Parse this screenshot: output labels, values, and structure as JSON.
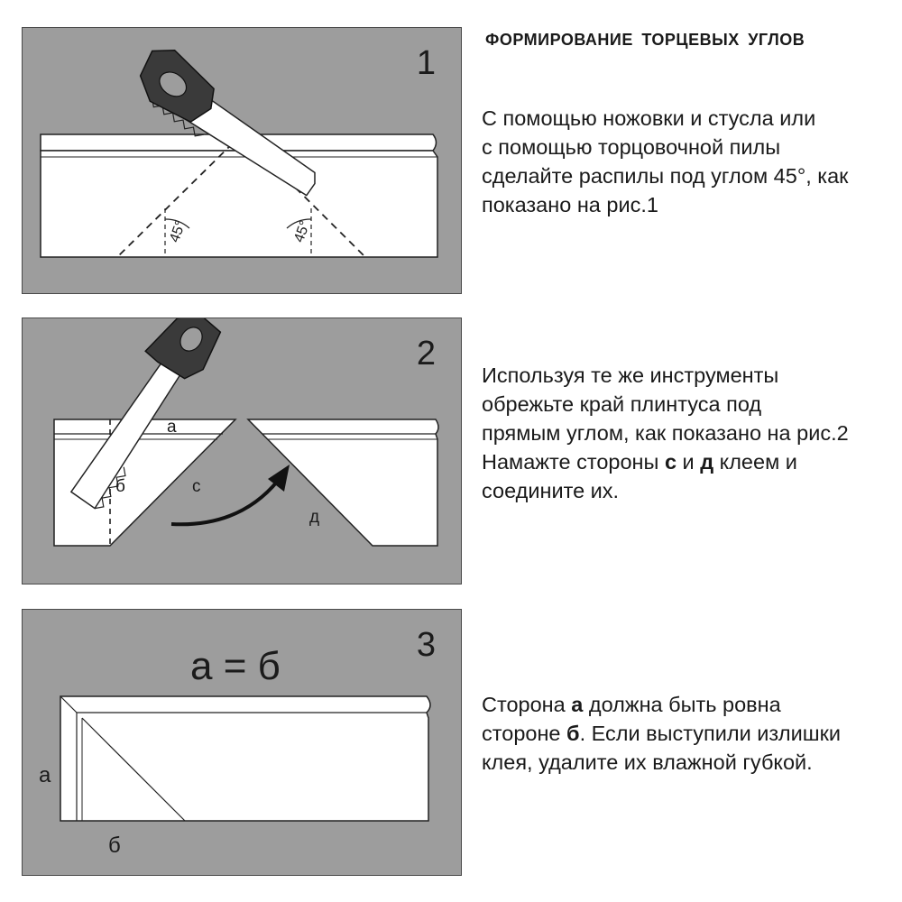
{
  "heading": "ФОРМИРОВАНИЕ  ТОРЦЕВЫХ  УГЛОВ",
  "panels": [
    {
      "number": "1",
      "angle_left": "45°",
      "angle_right": "45°"
    },
    {
      "number": "2",
      "label_a": "а",
      "label_b": "б",
      "label_c": "с",
      "label_d": "д"
    },
    {
      "number": "3",
      "equation": "а = б",
      "side_a": "а",
      "side_b": "б"
    }
  ],
  "steps": [
    {
      "lines": [
        "С помощью ножовки и стусла или",
        "с помощью торцовочной пилы",
        "сделайте распилы под углом 45°, как",
        "показано на рис.1"
      ]
    },
    {
      "lines": [
        "Используя те же инструменты",
        "обрежьте край плинтуса под",
        "прямым углом, как показано на рис.2"
      ],
      "line4_pre": "Намажте стороны ",
      "line4_c": "с",
      "line4_mid": " и ",
      "line4_d": "д",
      "line4_post": " клеем и",
      "line5": "соедините их."
    },
    {
      "line1_pre": "Сторона ",
      "line1_a": "а",
      "line1_post": " должна быть ровна",
      "line2_pre": "стороне ",
      "line2_b": "б",
      "line2_post": ". Если выступили излишки",
      "line3": "клея, удалите их влажной губкой."
    }
  ],
  "colors": {
    "panel_bg": "#9d9d9d",
    "board_fill": "#ffffff",
    "ink": "#1b1b1b",
    "saw_handle": "#3a3a3a"
  }
}
